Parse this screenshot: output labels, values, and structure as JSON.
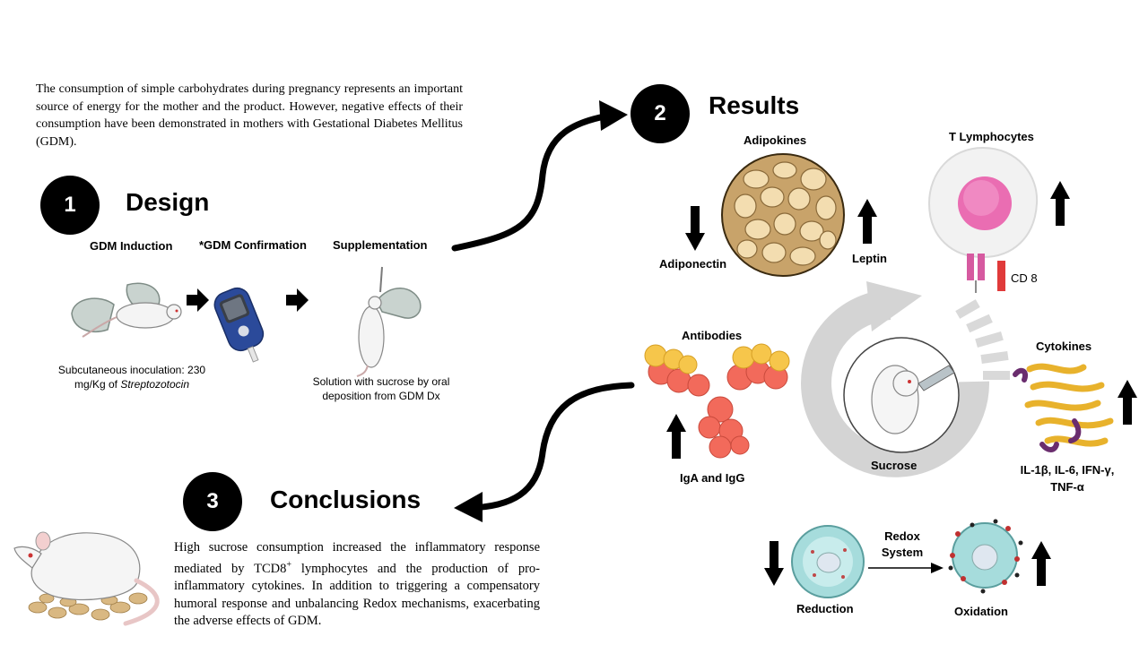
{
  "intro_text": "The consumption of simple carbohydrates during pregnancy represents an important source of energy for the mother and the product. However, negative effects of their consumption have been demonstrated in mothers with Gestational Diabetes Mellitus (GDM).",
  "design": {
    "number": "1",
    "title": "Design",
    "steps": [
      {
        "label": "GDM Induction"
      },
      {
        "label": "*GDM Confirmation"
      },
      {
        "label": "Supplementation"
      }
    ],
    "induction_caption_prefix": "Subcutaneous inoculation: 230 mg/Kg of ",
    "induction_caption_italic": "Streptozotocin",
    "supplementation_caption": "Solution with sucrose by oral deposition from GDM Dx"
  },
  "results": {
    "number": "2",
    "title": "Results",
    "adipokines": {
      "title": "Adipokines",
      "down_label": "Adiponectin",
      "up_label": "Leptin"
    },
    "t_lymphocytes": {
      "title": "T Lymphocytes",
      "marker": "CD 8"
    },
    "antibodies": {
      "title": "Antibodies",
      "label": "IgA and IgG"
    },
    "cytokines": {
      "title": "Cytokines",
      "label_line1": "IL-1β, IL-6, IFN-γ,",
      "label_line2": "TNF-α"
    },
    "center_label": "Sucrose",
    "redox": {
      "left_label": "Reduction",
      "right_label": "Oxidation",
      "arrow_line1": "Redox",
      "arrow_line2": "System"
    }
  },
  "conclusions": {
    "number": "3",
    "title": "Conclusions",
    "text_pre": "High sucrose consumption increased the inflammatory response mediated by TCD8",
    "text_sup": "+",
    "text_post": " lymphocytes and the production of pro-inflammatory cytokines. In addition to triggering a compensatory humoral response and unbalancing Redox mechanisms, exacerbating the adverse effects of GDM."
  },
  "colors": {
    "accent": "#000000",
    "adipose_fill": "#f3ddb0",
    "adipose_stroke": "#8a6a3a",
    "cd8_red": "#e03a3a",
    "cell_pink": "#ea6db2",
    "ring_gray": "#d4d4d4"
  }
}
